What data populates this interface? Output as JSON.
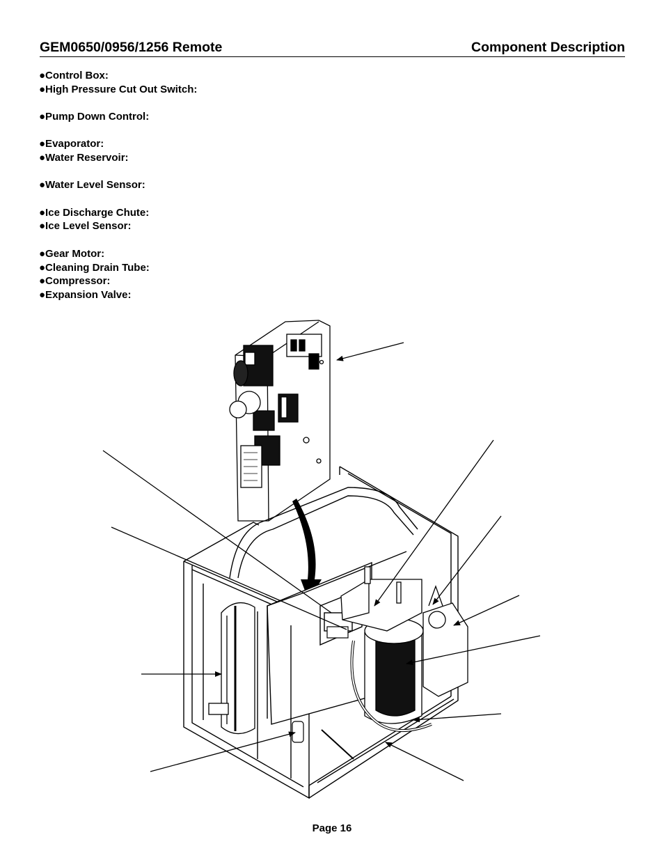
{
  "header": {
    "title_left": "GEM0650/0956/1256 Remote",
    "title_right": "Component Description"
  },
  "components": [
    "●Control Box:",
    "●High Pressure Cut Out Switch:",
    "●Pump Down Control:",
    "●Evaporator:",
    "●Water Reservoir:",
    "●Water Level Sensor:",
    "●Ice Discharge Chute:",
    "●Ice Level Sensor:",
    "●Gear Motor:",
    "●Cleaning Drain Tube:",
    "●Compressor:",
    "●Expansion Valve:"
  ],
  "footer": {
    "page": "Page 16"
  }
}
